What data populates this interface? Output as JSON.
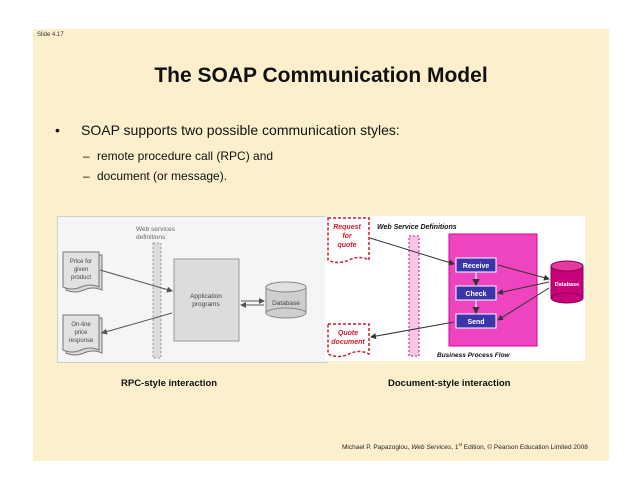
{
  "slide": {
    "number": "Slide 4.17",
    "title": "The SOAP Communication Model",
    "bullet_symbol": "•",
    "bullet": "SOAP supports two possible communication styles:",
    "dash": "–",
    "sub_items": [
      "remote procedure call (RPC) and",
      "document (or message)."
    ]
  },
  "rpc_diagram": {
    "ws_defs": [
      "Web services",
      "definitions"
    ],
    "price_for": [
      "Price for",
      "given",
      "product"
    ],
    "price_resp": [
      "On-line",
      "price",
      "response"
    ],
    "app": [
      "Application",
      "programs"
    ],
    "database": "Database",
    "caption": "RPC-style interaction"
  },
  "doc_diagram": {
    "request": [
      "Request",
      "for",
      "quote"
    ],
    "quote": [
      "Quote",
      "document"
    ],
    "ws_defs": "Web Service Definitions",
    "steps": [
      "Receive",
      "Check",
      "Send"
    ],
    "database": "Database",
    "flow_label": "Business Process Flow",
    "caption": "Document-style interaction"
  },
  "footer": {
    "author": "Michael P. Papazoglou, ",
    "book": "Web Services",
    "sup": "st",
    "rest": ", 1",
    "tail": " Edition, © Pearson Education Limited 2008"
  },
  "colors": {
    "slide_bg": "#fcf0cc",
    "accent_red": "#d21a2e",
    "magenta": "#e000a0",
    "process_blue": "#3a35a8",
    "db_magenta": "#c8007a"
  }
}
